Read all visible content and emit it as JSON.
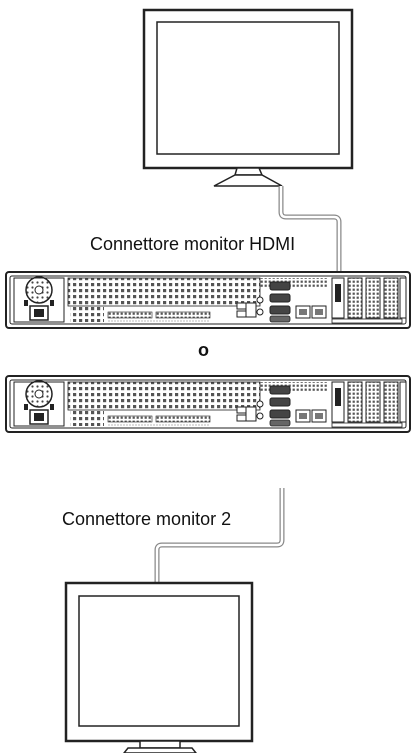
{
  "labels": {
    "hdmi_connector": "Connettore monitor HDMI",
    "separator": "o",
    "monitor2_connector": "Connettore monitor 2"
  },
  "icons": [
    "widescreen-monitor-icon",
    "square-monitor-icon",
    "server-rear-panel-icon",
    "cable-line"
  ],
  "colors": {
    "outline": "#222222",
    "cable": "#888888",
    "fill": "#ffffff",
    "grille": "#555555"
  }
}
